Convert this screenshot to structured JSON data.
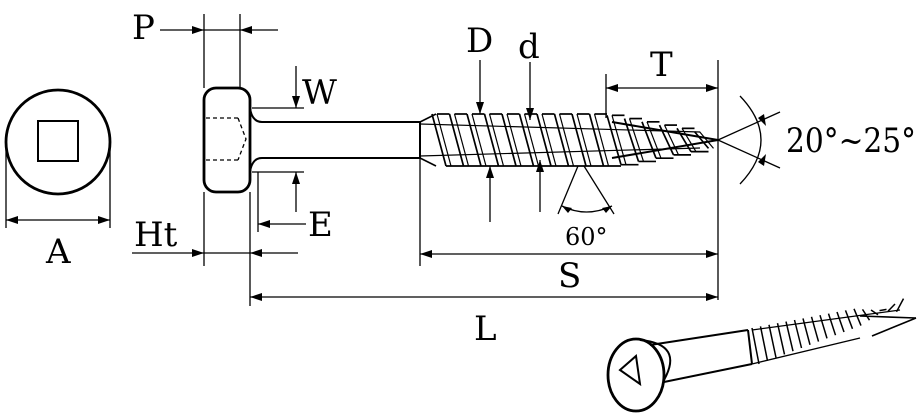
{
  "labels": {
    "P": "P",
    "W": "W",
    "D": "D",
    "d": "d",
    "T": "T",
    "angle_tip": "20°~25°",
    "A": "A",
    "Ht": "Ht",
    "E": "E",
    "angle_thread": "60°",
    "S": "S",
    "L": "L"
  },
  "icons": {
    "head_top_view": "square-drive-head",
    "screw_side_view": "screw-profile",
    "screw_3d_view": "screw-isometric"
  },
  "colors": {
    "line": "#000000",
    "background": "#ffffff"
  }
}
